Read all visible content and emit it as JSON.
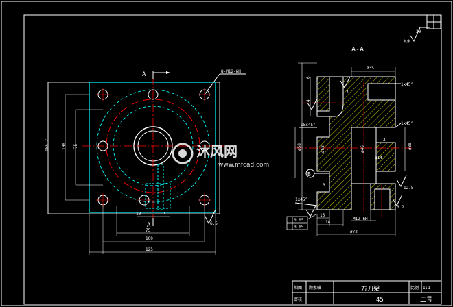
{
  "drawing": {
    "section_label": "A-A",
    "view_arrow_label": "A",
    "view_arrow_label_bottom": "A",
    "detail_label": "B",
    "roughness_corner": "30",
    "roughness_corner_note": "其余",
    "left_view": {
      "thread_callout": "8-M12-6H",
      "dim_overall_height": "155.7",
      "dim_inner_height_1": "100",
      "dim_inner_height_2": "75",
      "dim_bottom_small_1": "10",
      "dim_bottom_small_2": "4",
      "dim_bottom_1": "75",
      "dim_bottom_2": "100",
      "dim_bottom_3": "125",
      "roughness_value": "6.5"
    },
    "section_view": {
      "dim_top": "ø35",
      "chamfer_top": "1x45°",
      "chamfer_right": "1x45°",
      "chamfer_left_mid": "15x45°",
      "chamfer_bottom_left": "1x45°",
      "dim_left_vertical": "ø58",
      "dim_mid_vertical": "ø58",
      "dim_inner_bore": "ø46",
      "dim_right_bore": "ø30",
      "dim_small_bore": "ø14",
      "dim_center_small": "3",
      "dim_right_small": "3",
      "dim_right_roughness": "12.5",
      "dim_right_roughness_2": "3.2",
      "dim_left_small": "3",
      "dim_bottom_15": "15",
      "dim_bottom_18": "18",
      "dim_bottom_total": "ø72",
      "thread_bottom": "M12-6H",
      "tolerance_frame_1": "0.05",
      "tolerance_frame_2": "0.05",
      "dim_left_top": "6",
      "dim_left_top_2": "4"
    },
    "watermark_brand": "沐风网",
    "watermark_url": "www.mfcad.com"
  },
  "title_block": {
    "label_drawn": "制图",
    "label_checked": "审核",
    "drawn_by": "顾家骥",
    "part_name": "方刀架",
    "scale_label": "比例",
    "scale_value": "1:1",
    "material": "45",
    "drawing_no": "二号"
  },
  "colors": {
    "background": "#000000",
    "frame": "#ffffff",
    "outline_cyan": "#00ffff",
    "centerline_red": "#ff0000",
    "hatch_yellow": "#ffff00"
  }
}
